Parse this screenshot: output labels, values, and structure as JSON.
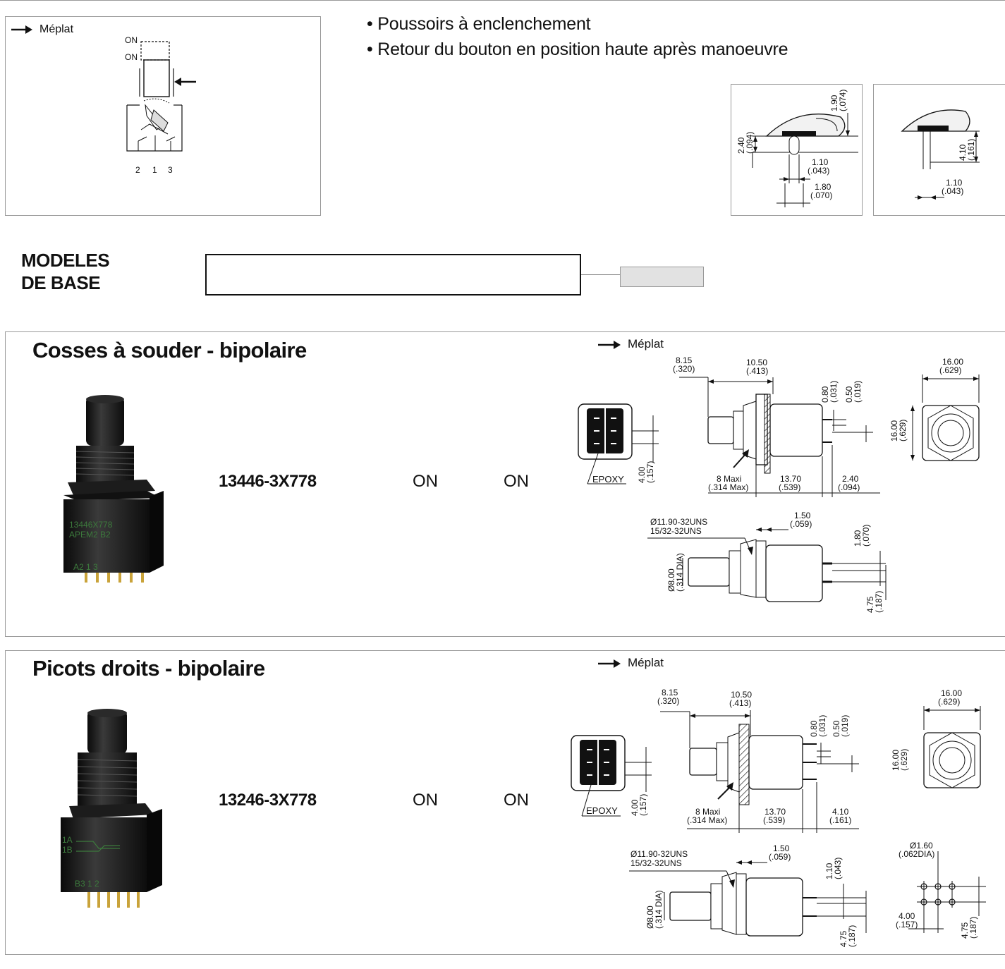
{
  "top_rule": true,
  "schematic": {
    "flat_label": "Méplat",
    "on_label_1": "ON",
    "on_label_2": "ON",
    "terminal_2": "2",
    "terminal_1": "1",
    "terminal_3": "3"
  },
  "features": [
    "• Poussoirs à enclenchement",
    "• Retour du bouton en position haute après manoeuvre"
  ],
  "cap_dimensions_a": {
    "height_mm": "1.90",
    "height_in": "(.074)",
    "side_mm": "2.40",
    "side_in": "(.094)",
    "stem_mm": "1.10",
    "stem_in": "(.043)",
    "base_mm": "1.80",
    "base_in": "(.070)"
  },
  "cap_dimensions_b": {
    "len_mm": "4.10",
    "len_in": "(.161)",
    "stem_mm": "1.10",
    "stem_in": "(.043)"
  },
  "models": {
    "title_line1": "MODELES",
    "title_line2": "DE BASE"
  },
  "sections": [
    {
      "title": "Cosses à souder - bipolaire",
      "reference": "13446-3X778",
      "state_1": "ON",
      "state_2": "ON",
      "photo_marking_1": "13446X778",
      "photo_marking_2": "APEM2 B2",
      "photo_marking_3": "A2  1  3",
      "flat_label": "Méplat",
      "epoxy_label": "EPOXY",
      "dims": {
        "d815": "8.15",
        "d815i": "(.320)",
        "d1050": "10.50",
        "d1050i": "(.413)",
        "d080": "0.80",
        "d080i": "(.031)",
        "d050": "0.50",
        "d050i": "(.019)",
        "d1600a": "16.00",
        "d1600ai": "(.629)",
        "d1600b": "16.00",
        "d1600bi": "(.629)",
        "d400": "4.00",
        "d400i": "(.157)",
        "maxi": "8 Maxi",
        "maxii": "(.314 Max)",
        "d1370": "13.70",
        "d1370i": "(.539)",
        "dlast": "2.40",
        "dlasti": "(.094)",
        "thread1": "Ø11.90-32UNS",
        "thread2": "15/32-32UNS",
        "d150": "1.50",
        "d150i": "(.059)",
        "dpin": "1.80",
        "dpini": "(.070)",
        "d800": "Ø8.00",
        "d800i": "(.314 DIA)",
        "d475": "4.75",
        "d475i": "(.187)"
      }
    },
    {
      "title": "Picots droits - bipolaire",
      "reference": "13246-3X778",
      "state_1": "ON",
      "state_2": "ON",
      "photo_marking_1": "1A",
      "photo_marking_2": "1B",
      "photo_marking_3": "B3  1  2",
      "flat_label": "Méplat",
      "epoxy_label": "EPOXY",
      "dims": {
        "d815": "8.15",
        "d815i": "(.320)",
        "d1050": "10.50",
        "d1050i": "(.413)",
        "d080": "0.80",
        "d080i": "(.031)",
        "d050": "0.50",
        "d050i": "(.019)",
        "d1600a": "16.00",
        "d1600ai": "(.629)",
        "d1600b": "16.00",
        "d1600bi": "(.629)",
        "d400": "4.00",
        "d400i": "(.157)",
        "maxi": "8 Maxi",
        "maxii": "(.314 Max)",
        "d1370": "13.70",
        "d1370i": "(.539)",
        "dlast": "4.10",
        "dlasti": "(.161)",
        "thread1": "Ø11.90-32UNS",
        "thread2": "15/32-32UNS",
        "d150": "1.50",
        "d150i": "(.059)",
        "dpin": "1.10",
        "dpini": "(.043)",
        "d800": "Ø8.00",
        "d800i": "(.314 DIA)",
        "d475": "4.75",
        "d475i": "(.187)",
        "d160": "Ø1.60",
        "d160i": "(.062DIA)",
        "pitch": "4.00",
        "pitchi": "(.157)",
        "pitchv": "4.75",
        "pitchvi": "(.187)"
      }
    }
  ]
}
